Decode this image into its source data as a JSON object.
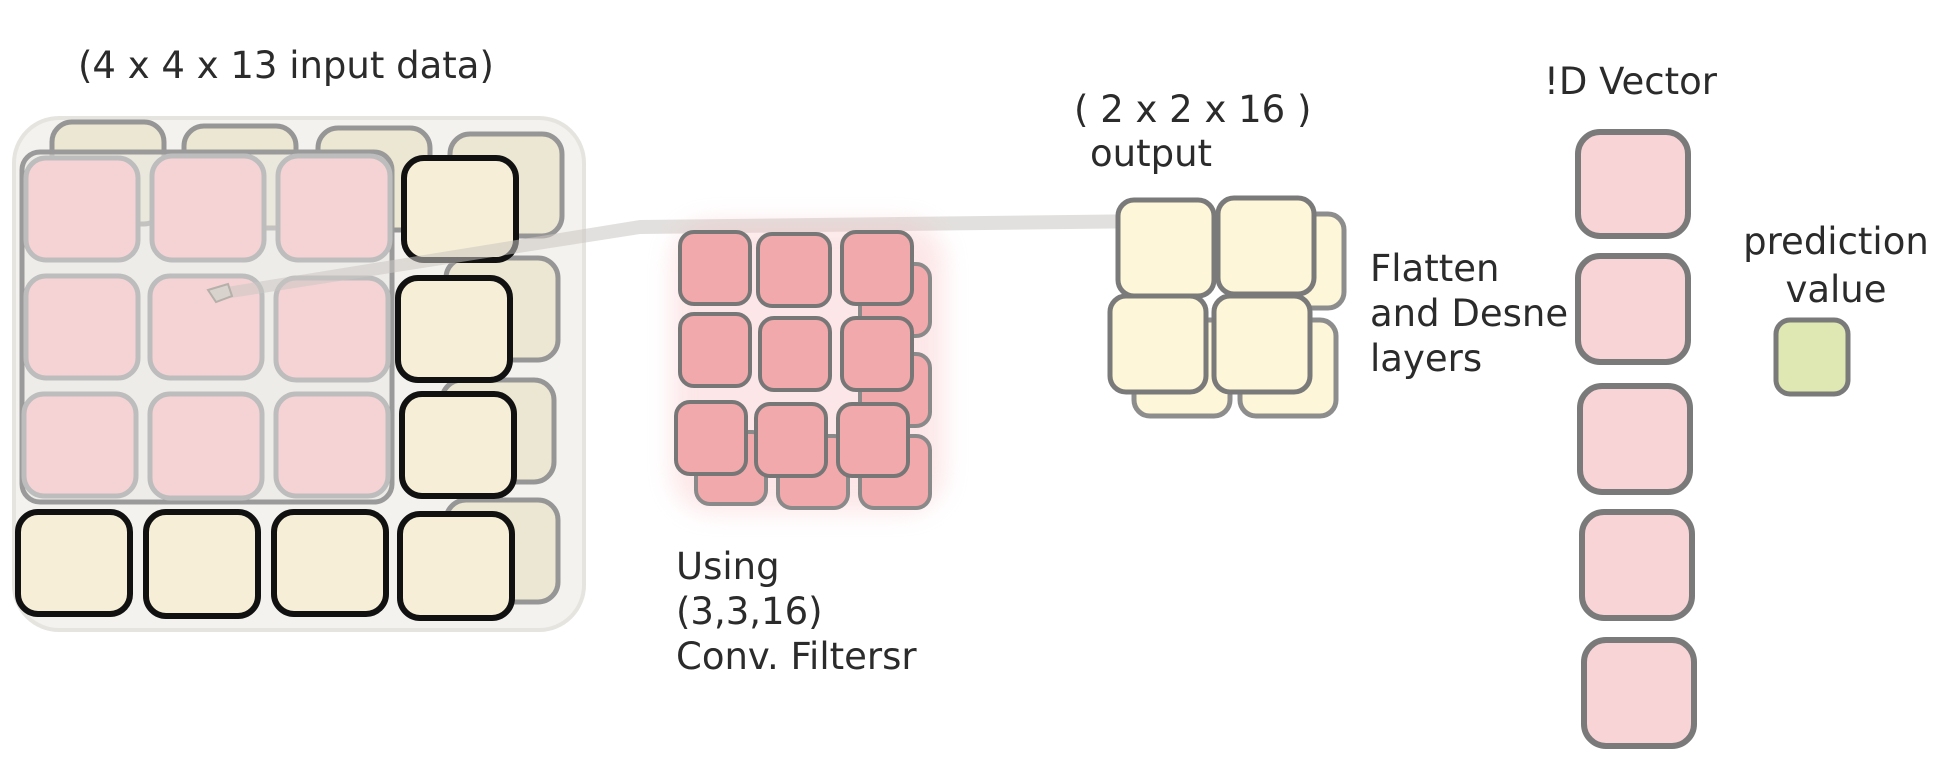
{
  "labels": {
    "input": "(4 x 4 x 13 input data)",
    "filters": [
      "Using",
      "(3,3,16)",
      "Conv. Filtersr"
    ],
    "output": [
      "( 2 x 2 x 16 )",
      "output"
    ],
    "flatten": [
      "Flatten",
      "and Desne",
      "layers"
    ],
    "vector": "!D Vector",
    "prediction": [
      "prediction",
      "value"
    ]
  },
  "colors": {
    "input_cell": "#f6eed6",
    "input_cell_back": "#ece6cf",
    "window_cell": "#f5d3d5",
    "filter_cell": "#f2a9ab",
    "output_cell": "#fdf6d8",
    "vector_cell": "#f8d4d6",
    "prediction_cell": "#dfe8b3",
    "border_dark": "#111111",
    "border_gray": "#7a7a7a"
  }
}
